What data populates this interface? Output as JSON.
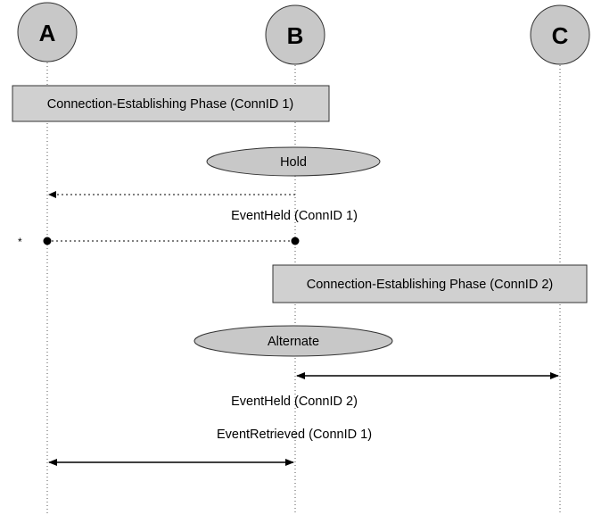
{
  "actors": {
    "a": "A",
    "b": "B",
    "c": "C"
  },
  "phases": {
    "phase1": "Connection-Establishing Phase (ConnID 1)",
    "phase2": "Connection-Establishing Phase (ConnID 2)"
  },
  "operations": {
    "hold": "Hold",
    "alternate": "Alternate"
  },
  "events": {
    "held1": "EventHeld (ConnID 1)",
    "held2": "EventHeld (ConnID 2)",
    "retrieved1": "EventRetrieved (ConnID 1)"
  },
  "marker": "*",
  "colors": {
    "fill": "#c8c8c8",
    "stroke": "#333333",
    "line": "#000000"
  }
}
